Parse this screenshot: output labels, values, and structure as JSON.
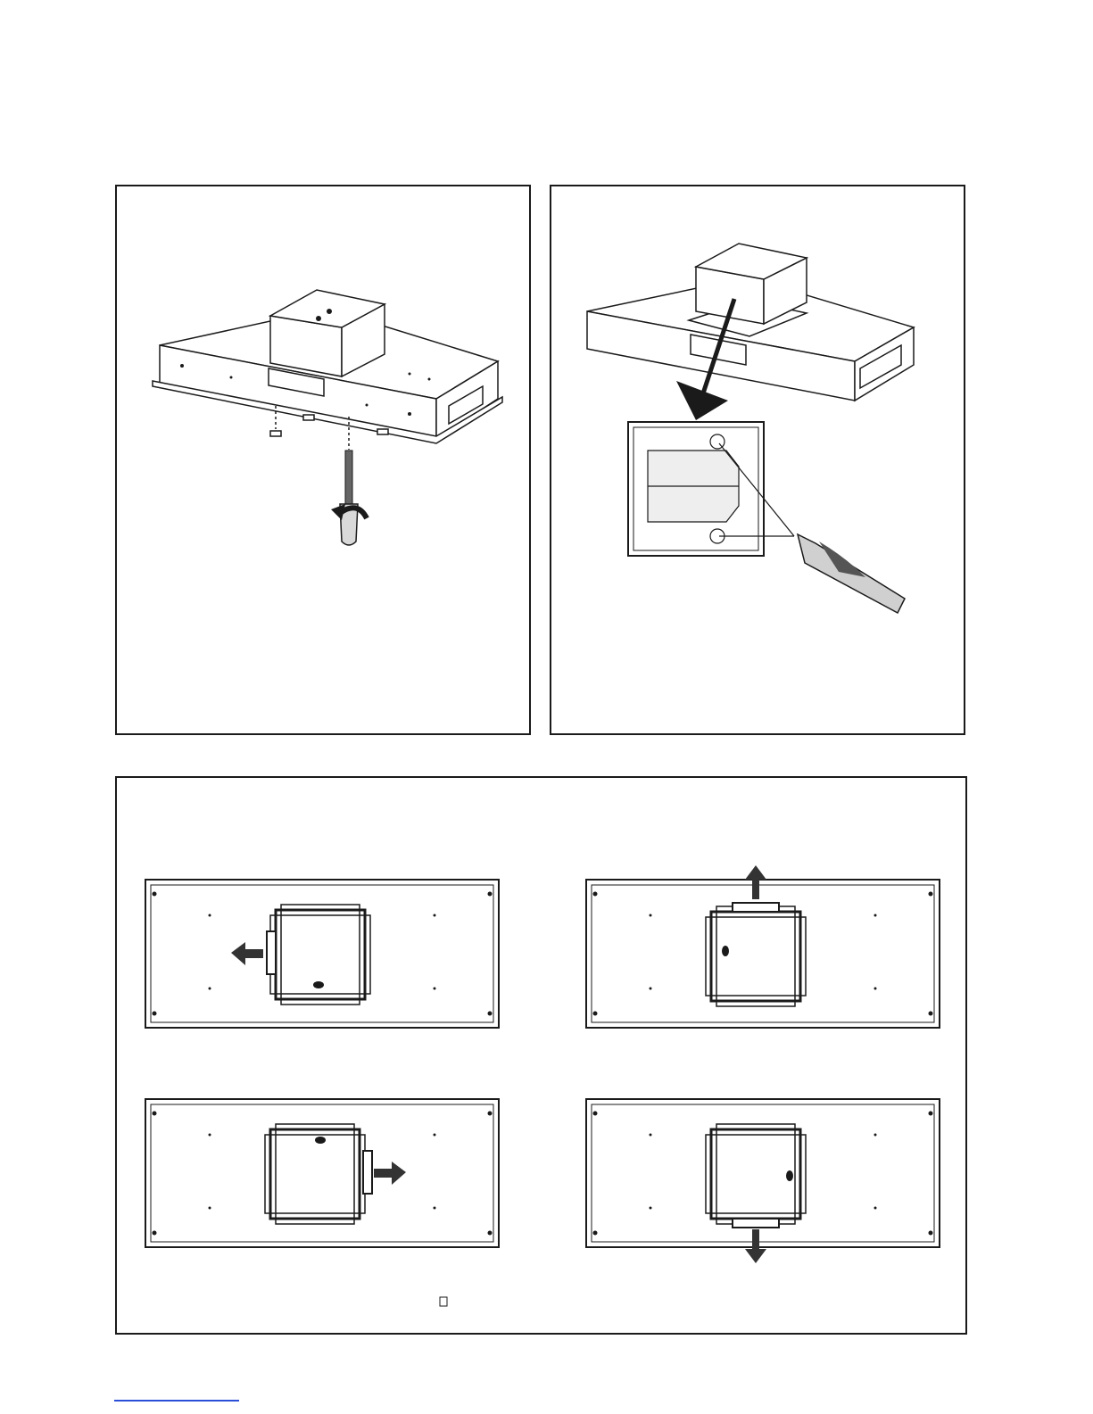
{
  "document": {
    "type": "installation-manual-page",
    "figures": [
      {
        "id": "fig-remove-screws",
        "tool_icon": "screwdriver-icon",
        "rotation_icon": "counterclockwise-arrow-icon"
      },
      {
        "id": "fig-motor-detail",
        "tool_icon": "screwdriver-icon",
        "direction_icon": "down-arrow-icon"
      },
      {
        "id": "fig-orientations",
        "positions": [
          {
            "id": "left",
            "arrow_icon": "left-arrow-icon"
          },
          {
            "id": "top",
            "arrow_icon": "up-arrow-icon"
          },
          {
            "id": "right",
            "arrow_icon": "right-arrow-icon"
          },
          {
            "id": "bottom",
            "arrow_icon": "down-arrow-icon"
          }
        ]
      }
    ],
    "colors": {
      "line": "#1a1a1a",
      "arrow": "#333333",
      "link": "#2a4fd6"
    }
  }
}
